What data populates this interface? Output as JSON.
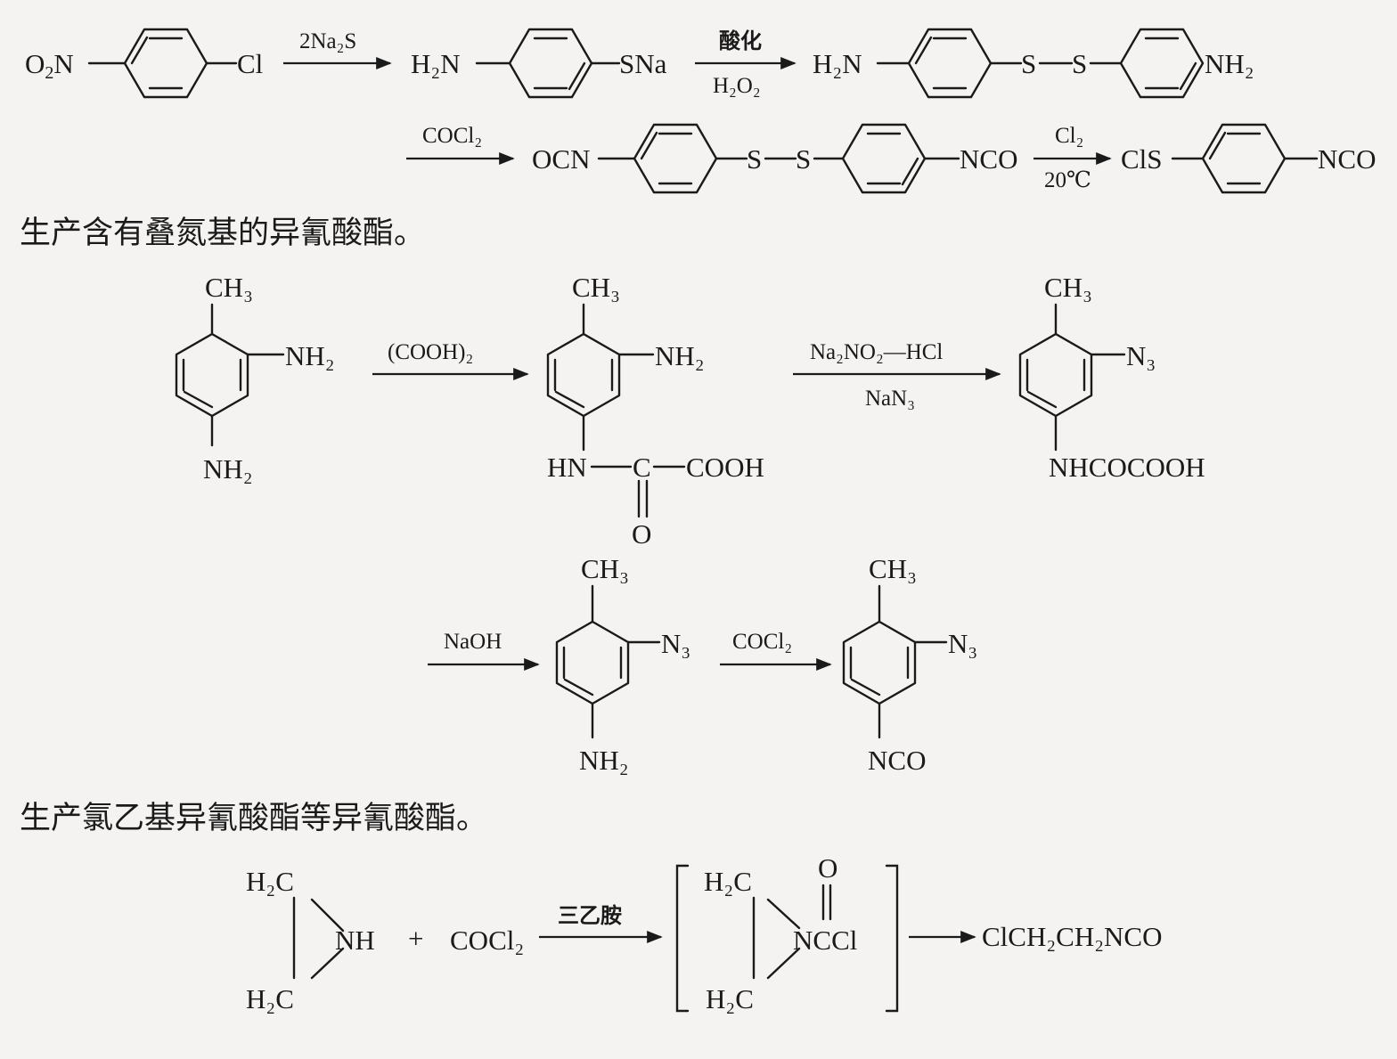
{
  "section1": {
    "start": "O2N—○—Cl",
    "reagent1": "2Na₂S",
    "product1_left": "H₂N",
    "product1_right": "SNa",
    "reagent2_top": "酸化",
    "reagent2_bottom": "H₂O₂",
    "product2_left": "H₂N",
    "product2_s1": "S",
    "product2_s2": "S",
    "product2_right": "NH₂",
    "reagent3": "COCl₂",
    "product3_left": "OCN",
    "product3_s1": "S",
    "product3_s2": "S",
    "product3_right": "NCO",
    "reagent4_top": "Cl₂",
    "reagent4_bottom": "20℃",
    "product4_left": "ClS",
    "product4_right": "NCO"
  },
  "heading1": "生产含有叠氮基的异氰酸酯。",
  "section2": {
    "m1_top": "CH₃",
    "m1_side": "NH₂",
    "m1_bottom": "NH₂",
    "reagent1": "(COOH)₂",
    "m2_top": "CH₃",
    "m2_side": "NH₂",
    "m2_hn": "HN",
    "m2_c": "C",
    "m2_cooh": "COOH",
    "m2_o": "O",
    "reagent2_top": "Na₂NO₂—HCl",
    "reagent2_bottom": "NaN₃",
    "m3_top": "CH₃",
    "m3_side": "N₃",
    "m3_bottom": "NHCOCOOH",
    "reagent3": "NaOH",
    "m4_top": "CH₃",
    "m4_side": "N₃",
    "m4_bottom": "NH₂",
    "reagent4": "COCl₂",
    "m5_top": "CH₃",
    "m5_side": "N₃",
    "m5_bottom": "NCO"
  },
  "heading2": "生产氯乙基异氰酸酯等异氰酸酯。",
  "section3": {
    "az_top": "H₂C",
    "az_nh": "NH",
    "az_bottom": "H₂C",
    "plus": "+",
    "cocl2": "COCl₂",
    "reagent": "三乙胺",
    "int_top": "H₂C",
    "int_o": "O",
    "int_nccl": "NCCl",
    "int_bottom": "H₂C",
    "product": "ClCH₂CH₂NCO"
  },
  "colors": {
    "ink": "#1a1a1a",
    "paper": "#f4f3f1"
  }
}
